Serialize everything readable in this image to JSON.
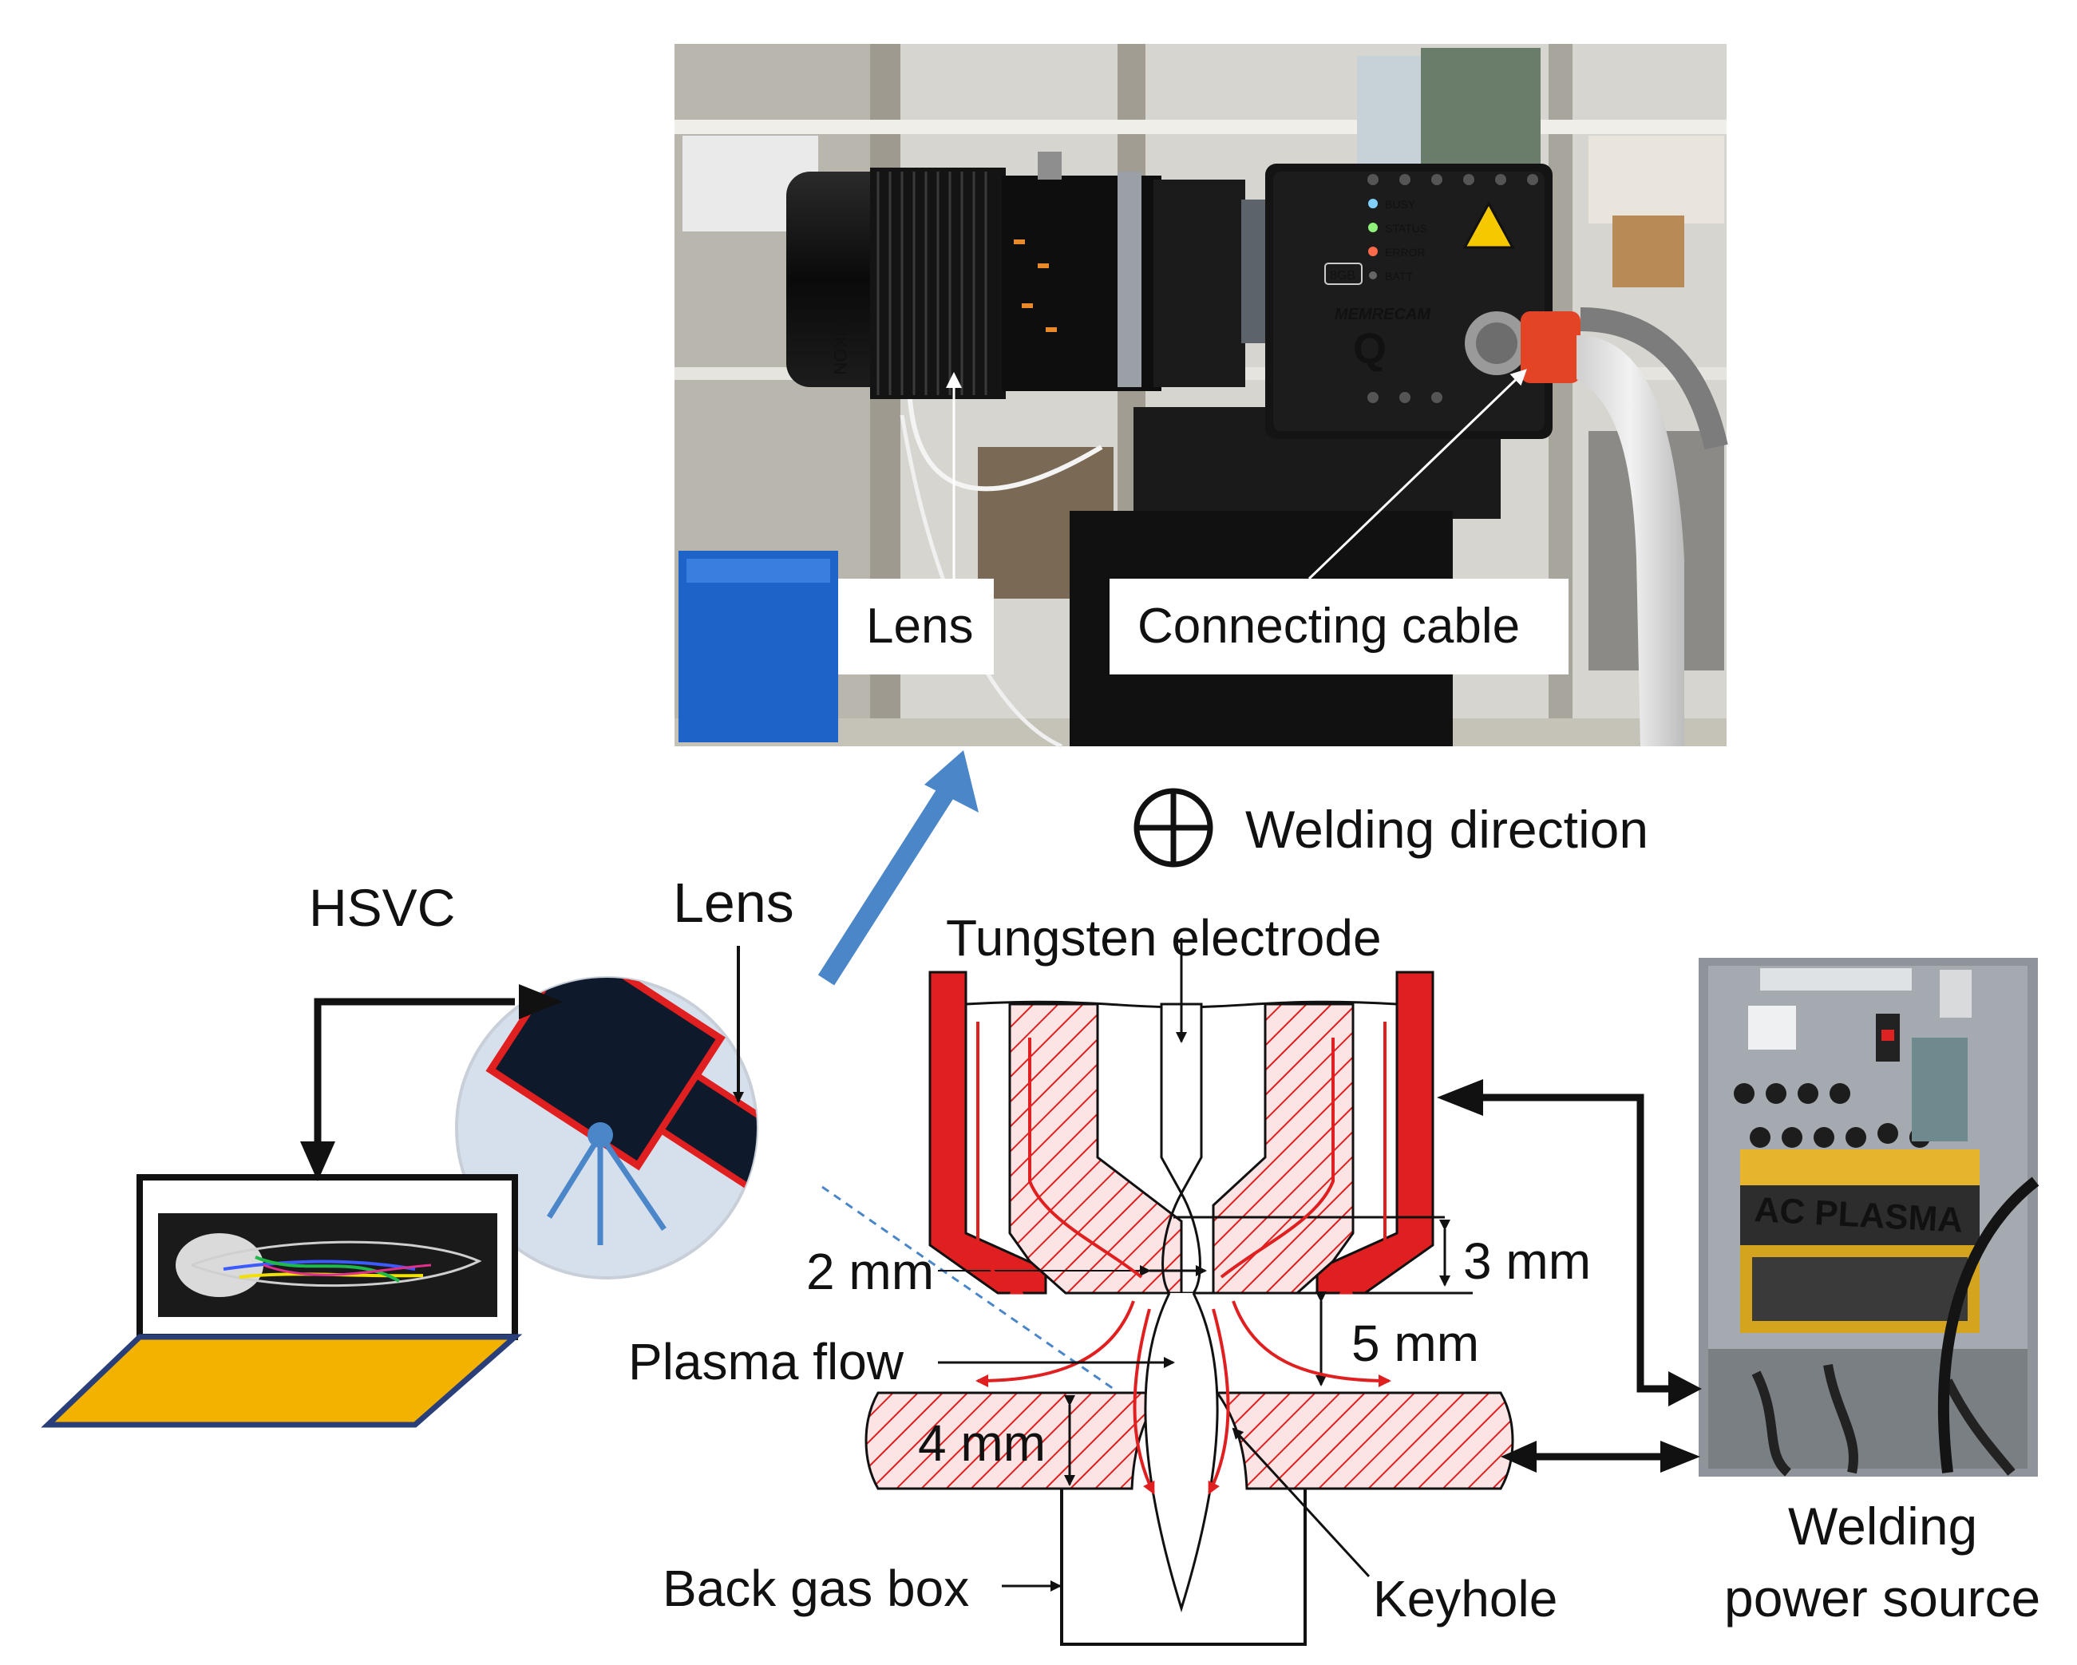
{
  "photo_labels": {
    "lens": "Lens",
    "connecting_cable": "Connecting cable"
  },
  "camera_text": {
    "brand": "MEMRECAM",
    "model": "Q",
    "memory": "8GB",
    "leds": [
      "BUSY",
      "STATUS",
      "ERROR",
      "BATT"
    ],
    "lens_brand": "NIKON"
  },
  "diagram_labels": {
    "welding_direction": "Welding direction",
    "hsvc": "HSVC",
    "lens": "Lens",
    "tungsten_electrode": "Tungsten electrode",
    "gap_2mm": "2 mm",
    "gap_3mm": "3 mm",
    "gap_5mm": "5 mm",
    "gap_4mm": "4 mm",
    "plasma_flow": "Plasma flow",
    "back_gas_box": "Back gas box",
    "keyhole": "Keyhole",
    "power_source_line1": "Welding",
    "power_source_line2": "power source"
  },
  "power_source_text": {
    "panel_label": "AC PLASMA"
  },
  "colors": {
    "red": "#e02020",
    "hatch_fill": "#fde4e4",
    "camera_body": "#0e1a2b",
    "circle_fill": "#d6e0ec",
    "arrow_blue": "#4a86c8",
    "laptop_yellow": "#f3b200",
    "panel_yellow": "#e7b52b"
  }
}
